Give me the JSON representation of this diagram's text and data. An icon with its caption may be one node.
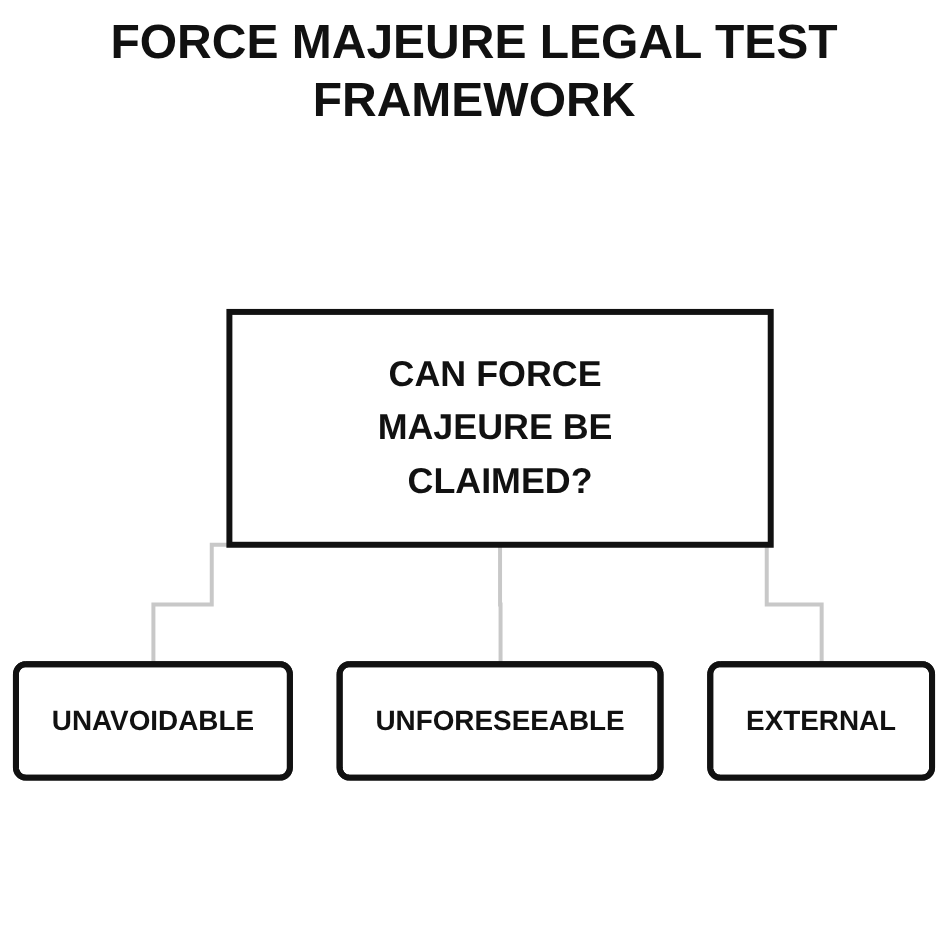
{
  "diagram": {
    "title": "FORCE MAJEURE LEGAL TEST FRAMEWORK",
    "nodes": [
      {
        "text": [
          "CAN FORCE MAJEURE BE CLAIMED?"
        ]
      },
      {
        "text": [
          "UNAVOIDABLE"
        ]
      },
      {
        "text": [
          "UNFORESEEABLE"
        ]
      },
      {
        "text": [
          "EXTERNAL"
        ]
      }
    ],
    "edges": [
      {
        "from": 0,
        "to": 1,
        "arrow": "none"
      },
      {
        "from": 0,
        "to": 2,
        "arrow": "none"
      },
      {
        "from": 0,
        "to": 3,
        "arrow": "none"
      }
    ]
  }
}
